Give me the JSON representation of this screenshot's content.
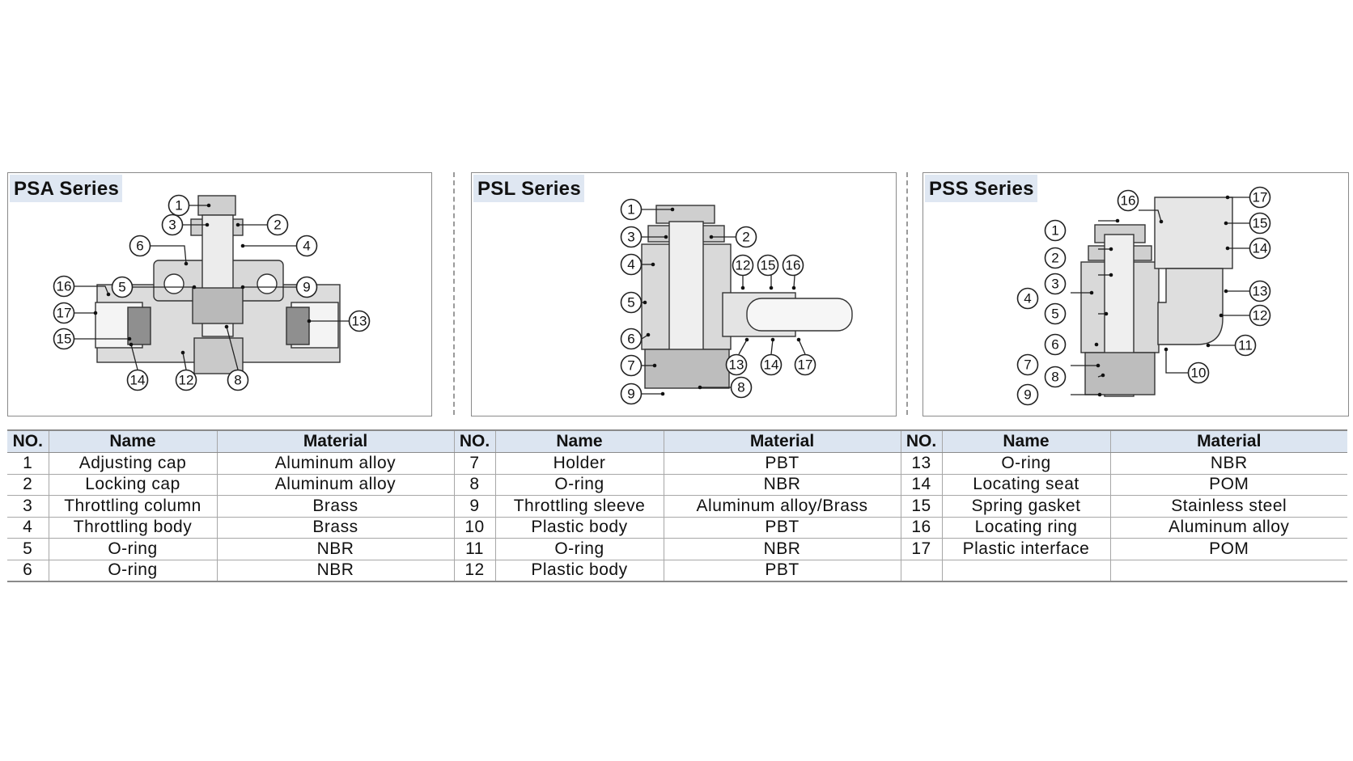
{
  "panels": [
    {
      "title": "PSA Series"
    },
    {
      "title": "PSL Series"
    },
    {
      "title": "PSS Series"
    }
  ],
  "table": {
    "headers": [
      "NO.",
      "Name",
      "Material",
      "NO.",
      "Name",
      "Material",
      "NO.",
      "Name",
      "Material"
    ],
    "rows": [
      [
        "1",
        "Adjusting cap",
        "Aluminum alloy",
        "7",
        "Holder",
        "PBT",
        "13",
        "O-ring",
        "NBR"
      ],
      [
        "2",
        "Locking cap",
        "Aluminum alloy",
        "8",
        "O-ring",
        "NBR",
        "14",
        "Locating seat",
        "POM"
      ],
      [
        "3",
        "Throttling column",
        "Brass",
        "9",
        "Throttling sleeve",
        "Aluminum alloy/Brass",
        "15",
        "Spring gasket",
        "Stainless steel"
      ],
      [
        "4",
        "Throttling body",
        "Brass",
        "10",
        "Plastic body",
        "PBT",
        "16",
        "Locating ring",
        "Aluminum alloy"
      ],
      [
        "5",
        "O-ring",
        "NBR",
        "11",
        "O-ring",
        "NBR",
        "17",
        "Plastic interface",
        "POM"
      ],
      [
        "6",
        "O-ring",
        "NBR",
        "12",
        "Plastic body",
        "PBT",
        "",
        "",
        ""
      ]
    ]
  },
  "colors": {
    "title_bg": "#dfe7f2",
    "header_bg": "#dce5f1",
    "part_light": "#e2e2e2",
    "part_mid": "#c9c9c9",
    "part_dark": "#8f8f8f",
    "border": "#8a8a8a"
  },
  "callouts": {
    "psa": [
      "1",
      "2",
      "3",
      "4",
      "5",
      "6",
      "8",
      "9",
      "12",
      "13",
      "14",
      "15",
      "16",
      "17"
    ],
    "psl": [
      "1",
      "2",
      "3",
      "4",
      "5",
      "6",
      "7",
      "8",
      "9",
      "12",
      "13",
      "14",
      "15",
      "16",
      "17"
    ],
    "pss": [
      "1",
      "2",
      "3",
      "4",
      "5",
      "6",
      "7",
      "8",
      "9",
      "10",
      "11",
      "12",
      "13",
      "14",
      "15",
      "16",
      "17"
    ]
  }
}
